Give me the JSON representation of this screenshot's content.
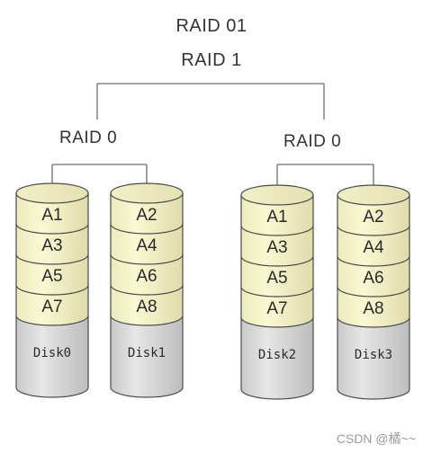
{
  "title": {
    "line1": "RAID 01",
    "line2": "RAID 1"
  },
  "groups": [
    {
      "label": "RAID 0"
    },
    {
      "label": "RAID 0"
    }
  ],
  "disks": [
    {
      "name": "Disk0",
      "blocks": [
        "A1",
        "A3",
        "A5",
        "A7"
      ]
    },
    {
      "name": "Disk1",
      "blocks": [
        "A2",
        "A4",
        "A6",
        "A8"
      ]
    },
    {
      "name": "Disk2",
      "blocks": [
        "A1",
        "A3",
        "A5",
        "A7"
      ]
    },
    {
      "name": "Disk3",
      "blocks": [
        "A2",
        "A4",
        "A6",
        "A8"
      ]
    }
  ],
  "watermark": "CSDN @橘~~",
  "colors": {
    "block_fill_light": "#f7f4c4",
    "block_fill_dark": "#e8e5b5",
    "disk_body": "#d9d9d9",
    "disk_body_shade": "#c3c3c3",
    "outline": "#4a4a4a",
    "connector": "#6e6e6e"
  }
}
